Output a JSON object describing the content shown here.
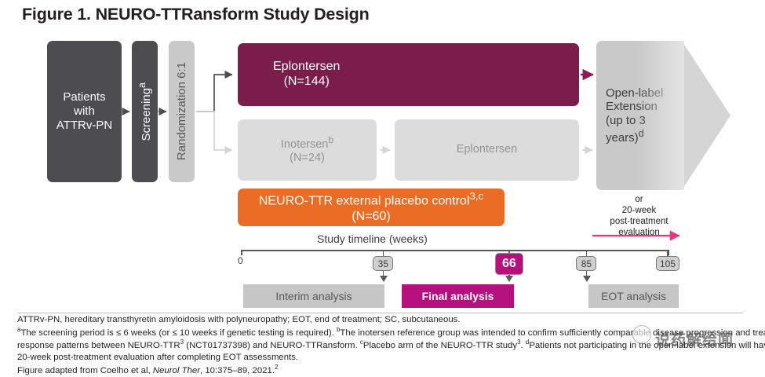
{
  "title": "Figure 1. NEURO-TTRansform Study Design",
  "flow": {
    "patients": "Patients\nwith\nATTRv-PN",
    "screening": "Screening",
    "screening_sup": "a",
    "randomization": "Randomization 6:1",
    "eplontersen_main": "Eplontersen\n(N=144)",
    "eplontersen_main_line1": "Eplontersen",
    "eplontersen_main_line2": "(N=144)",
    "inotersen_line1": "Inotersen",
    "inotersen_sup": "b",
    "inotersen_line2": "(N=24)",
    "eplontersen_open": "Eplontersen",
    "ole_line1": "Open-label",
    "ole_line2": "Extension",
    "ole_line3": "(up to 3 years)",
    "ole_sup": "d",
    "ole_note": "or\n20-week\npost-treatment\nevaluation",
    "placebo_line1": "NEURO-TTR external placebo control",
    "placebo_sup": "3,c",
    "placebo_line2": "(N=60)"
  },
  "timeline": {
    "label": "Study timeline (weeks)",
    "start_label": "0",
    "ticks": [
      {
        "value": "35",
        "highlight": false
      },
      {
        "value": "66",
        "highlight": true
      },
      {
        "value": "85",
        "highlight": false
      },
      {
        "value": "105",
        "highlight": false
      }
    ]
  },
  "analyses": [
    {
      "label": "Interim analysis",
      "highlight": false
    },
    {
      "label": "Final analysis",
      "highlight": true
    },
    {
      "label": "EOT analysis",
      "highlight": false
    }
  ],
  "footnotes": {
    "abbrev": "ATTRv-PN, hereditary transthyretin amyloidosis with polyneuropathy; EOT, end of treatment; SC, subcutaneous.",
    "line2_a": "The screening period is ≤ 6 weeks (or ≤ 10 weeks if genetic testing is required). ",
    "line2_b": "The inotersen reference group was intended to confirm sufficiently comparable disease progression and treatment",
    "line3_a": "response patterns between NEURO-TTR",
    "line3_b": " (NCT01737398) and NEURO-TTRansform. ",
    "line3_c": "Placebo arm of the NEURO-TTR study",
    "line3_d": ". ",
    "line3_e": "Patients not participating in the open-label extension will have a",
    "line4": "20-week post-treatment evaluation after completing EOT assessments.",
    "line5_pre": "Figure adapted from Coelho et al, ",
    "line5_journal": "Neurol Ther",
    "line5_post": ", 10:375–89, 2021.",
    "line5_sup": "2",
    "sup_a": "a",
    "sup_b": "b",
    "sup_c": "c",
    "sup_d": "d",
    "sup_3": "3"
  },
  "watermark": {
    "text": "说药解给闻"
  },
  "colors": {
    "plum": "#7b1d4b",
    "magenta": "#b5107e",
    "orange": "#ea6c25",
    "dark_gray": "#4d4d4f",
    "mid_gray": "#c9c9c9",
    "light_gray": "#dcdcdc",
    "pink_arrow": "#e2397e"
  }
}
